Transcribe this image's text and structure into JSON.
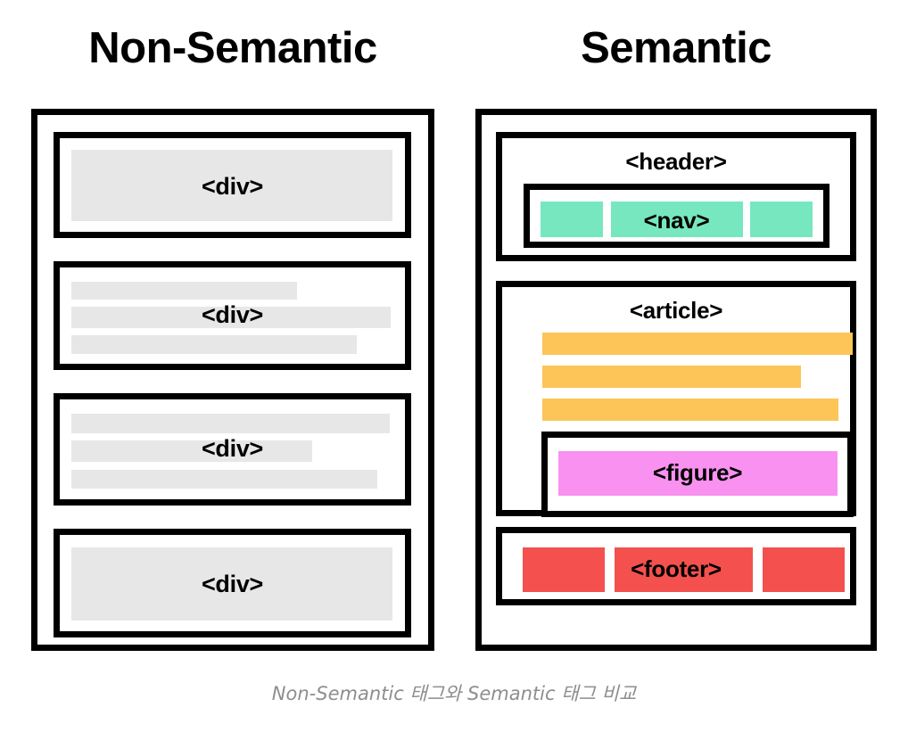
{
  "headings": {
    "left": "Non-Semantic",
    "right": "Semantic"
  },
  "caption": "Non-Semantic 태그와 Semantic 태그 비교",
  "colors": {
    "background": "#ffffff",
    "outline": "#000000",
    "placeholder_gray": "#e7e7e7",
    "nav_green": "#77e7c0",
    "article_orange": "#fdc557",
    "figure_pink": "#f991f0",
    "footer_red": "#f4514e",
    "caption_gray": "#8e8e8e"
  },
  "non_semantic": {
    "panel_label": "Non-Semantic",
    "blocks": [
      {
        "label": "<div>",
        "variant": "single-bar",
        "bars": [
          1.0
        ]
      },
      {
        "label": "<div>",
        "variant": "three-bar",
        "bars": [
          0.706,
          1.0,
          0.894
        ]
      },
      {
        "label": "<div>",
        "variant": "three-bar",
        "bars": [
          0.997,
          0.754,
          0.958
        ]
      },
      {
        "label": "<div>",
        "variant": "single-bar",
        "bars": [
          1.0
        ]
      }
    ]
  },
  "semantic": {
    "panel_label": "Semantic",
    "blocks": [
      {
        "label": "<header>",
        "child": {
          "label": "<nav>",
          "chips": [
            {
              "width_ratio": 0.21,
              "color": "#77e7c0",
              "label": ""
            },
            {
              "width_ratio": 0.45,
              "color": "#77e7c0",
              "label": "<nav>"
            },
            {
              "width_ratio": 0.21,
              "color": "#77e7c0",
              "label": ""
            }
          ]
        }
      },
      {
        "label": "<article>",
        "bars": [
          {
            "width_ratio": 1.0,
            "color": "#fdc557"
          },
          {
            "width_ratio": 0.833,
            "color": "#fdc557"
          },
          {
            "width_ratio": 0.954,
            "color": "#fdc557"
          }
        ],
        "child": {
          "label": "<figure>",
          "bar": {
            "width_ratio": 0.925,
            "color": "#f991f0"
          }
        }
      },
      {
        "label": "<footer>",
        "chips": [
          {
            "width_ratio": 0.24,
            "color": "#f4514e",
            "label": ""
          },
          {
            "width_ratio": 0.44,
            "color": "#f4514e",
            "label": "<footer>"
          },
          {
            "width_ratio": 0.24,
            "color": "#f4514e",
            "label": ""
          }
        ]
      }
    ]
  }
}
